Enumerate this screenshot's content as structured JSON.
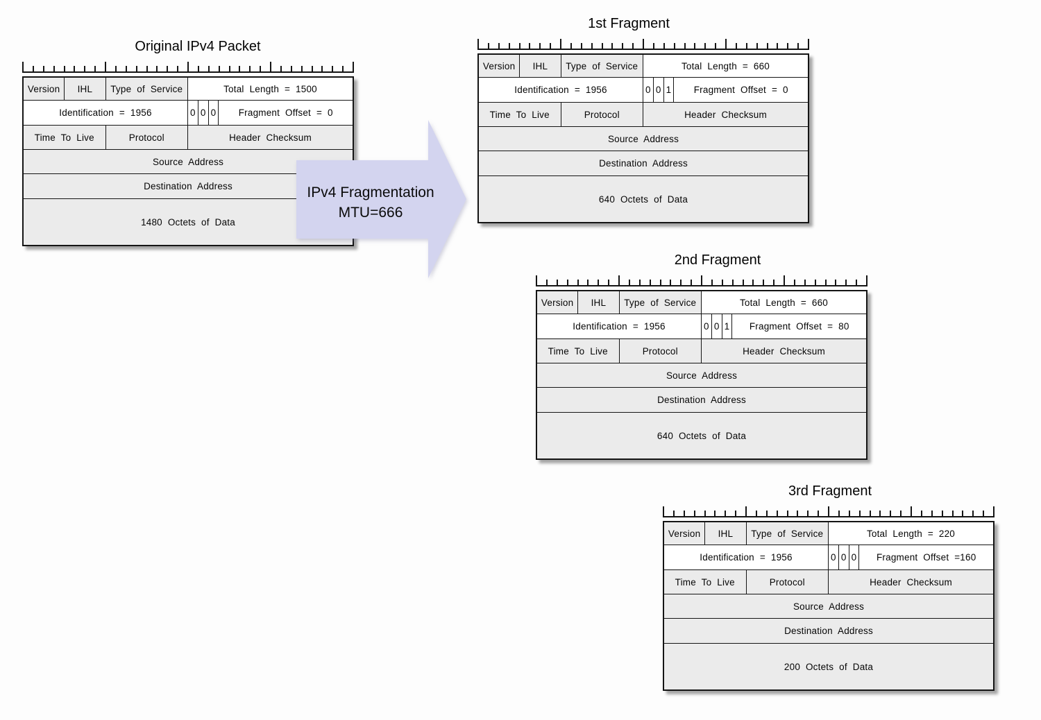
{
  "arrow": {
    "label_line1": "IPv4 Fragmentation",
    "label_line2": "MTU=666",
    "fill": "#d3d4ef"
  },
  "colors": {
    "cell_gray": "#ebebeb",
    "cell_white": "#ffffff",
    "line": "#141414",
    "background": "#fdfdfd"
  },
  "ruler": {
    "bits": 32,
    "long_tick_every": 8
  },
  "field_labels": {
    "version": "Version",
    "ihl": "IHL",
    "type_of_service": "Type of Service",
    "time_to_live": "Time To Live",
    "protocol": "Protocol",
    "header_checksum": "Header Checksum",
    "source_address": "Source Address",
    "destination_address": "Destination Address"
  },
  "packets": [
    {
      "title": "Original IPv4 Packet",
      "total_length": "Total Length = 1500",
      "identification": "Identification = 1956",
      "flags": [
        "0",
        "0",
        "0"
      ],
      "fragment_offset": "Fragment Offset = 0",
      "data_label": "1480 Octets of Data"
    },
    {
      "title": "1st Fragment",
      "total_length": "Total Length = 660",
      "identification": "Identification = 1956",
      "flags": [
        "0",
        "0",
        "1"
      ],
      "fragment_offset": "Fragment Offset = 0",
      "data_label": "640 Octets of Data"
    },
    {
      "title": "2nd Fragment",
      "total_length": "Total Length = 660",
      "identification": "Identification = 1956",
      "flags": [
        "0",
        "0",
        "1"
      ],
      "fragment_offset": "Fragment Offset = 80",
      "data_label": "640 Octets of Data"
    },
    {
      "title": "3rd Fragment",
      "total_length": "Total Length = 220",
      "identification": "Identification = 1956",
      "flags": [
        "0",
        "0",
        "0"
      ],
      "fragment_offset": "Fragment Offset =160",
      "data_label": "200 Octets of Data"
    }
  ]
}
